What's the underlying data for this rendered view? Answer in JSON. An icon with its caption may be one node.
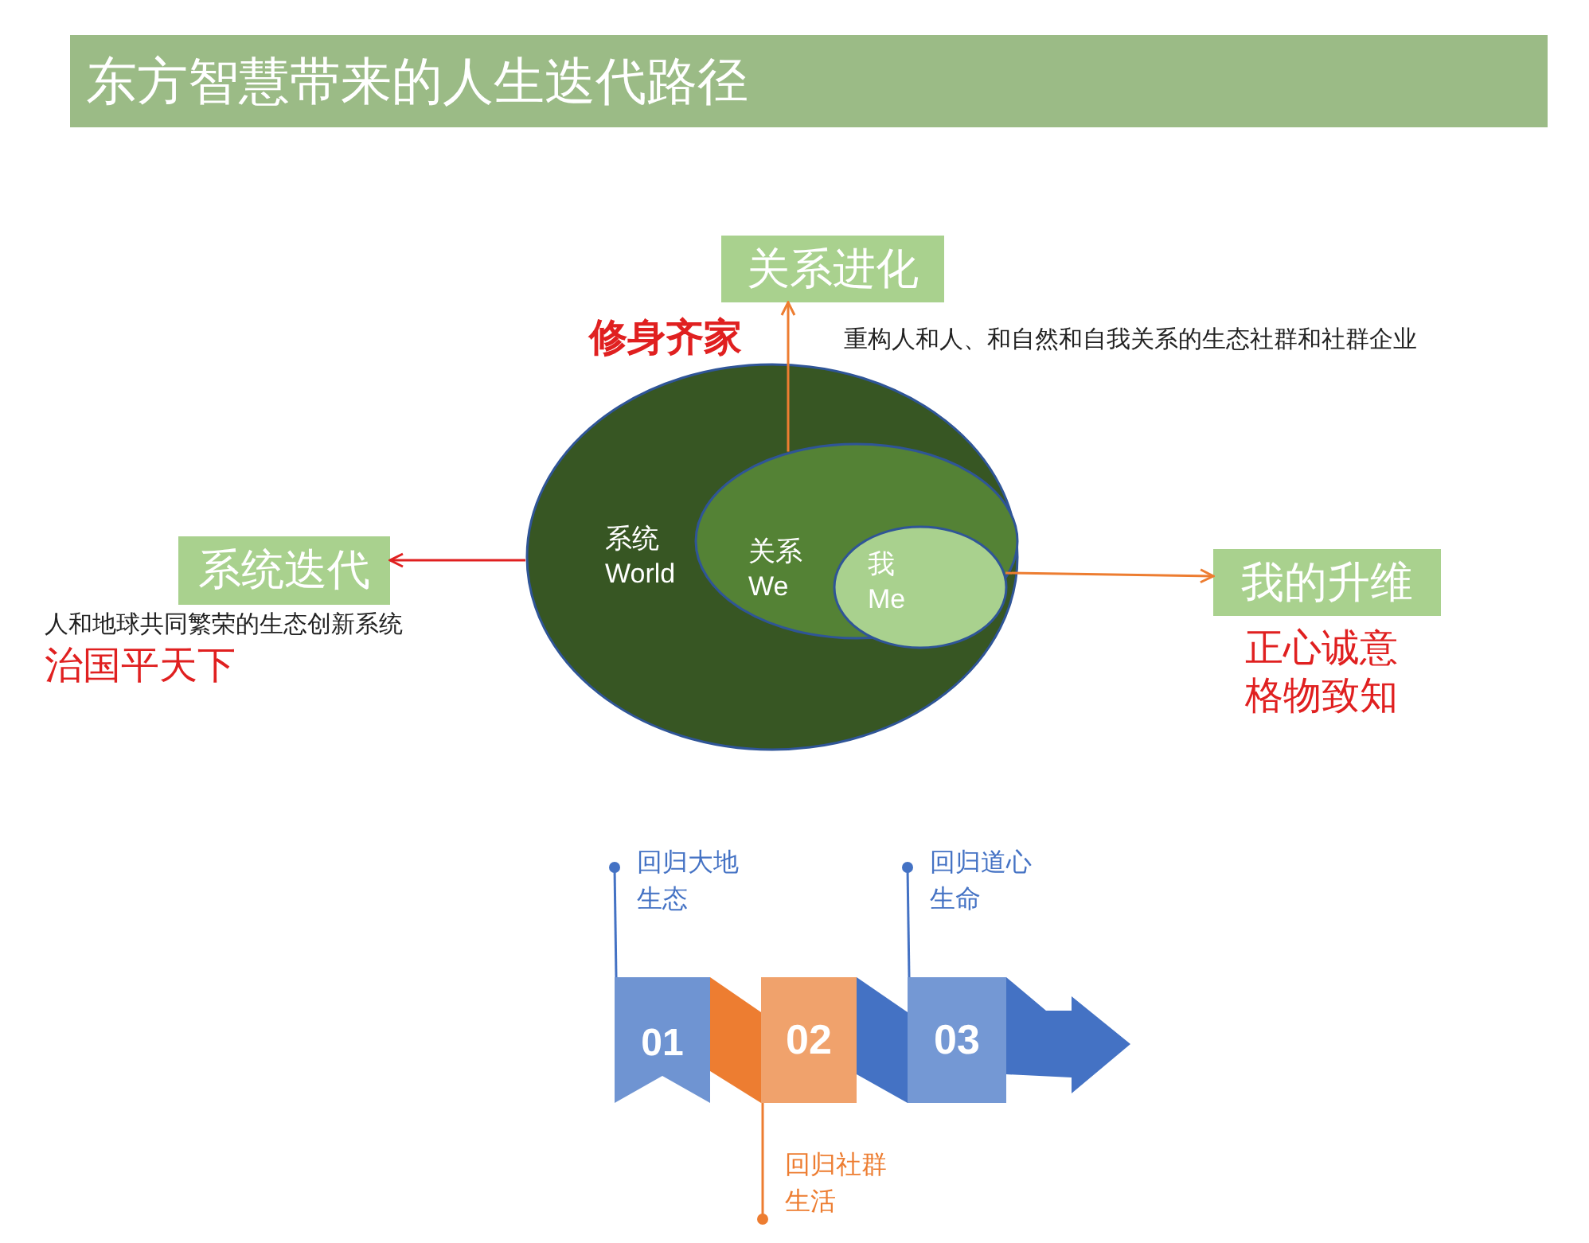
{
  "diagram": {
    "title": "东方智慧带来的人生迭代路径",
    "nodes": [
      {
        "text": [
          "系统 World"
        ]
      },
      {
        "text": [
          "关系 We"
        ],
        "in": 0
      },
      {
        "text": [
          "我 Me"
        ],
        "in": 1
      },
      {
        "text": [
          "关系进化"
        ]
      },
      {
        "text": [
          "我的升维"
        ],
        "beside": [
          "正心诚意",
          "格物致知"
        ]
      },
      {
        "text": [
          "系统迭代"
        ],
        "beside": [
          "人和地球共同繁荣的生态创新系统",
          "治国平天下"
        ]
      },
      {
        "text": [
          "01"
        ]
      },
      {
        "text": [
          "02"
        ]
      },
      {
        "text": [
          "03"
        ]
      },
      {
        "text": [
          "回归大地生态"
        ]
      },
      {
        "text": [
          "回归社群生活"
        ]
      },
      {
        "text": [
          "回归道心生命"
        ]
      }
    ],
    "edges": [
      {
        "from": 2,
        "to": 4,
        "arrow": "to",
        "color": "#ed7d31"
      },
      {
        "from": 1,
        "to": 3,
        "arrow": "to",
        "color": "#ed7d31"
      },
      {
        "from": 0,
        "to": 5,
        "arrow": "to",
        "color": "#e02020"
      },
      {
        "from": 9,
        "to": 6,
        "arrow": "other",
        "color": "#4472c4"
      },
      {
        "from": 10,
        "to": 7,
        "arrow": "other",
        "color": "#ed7d31"
      },
      {
        "from": 11,
        "to": 8,
        "arrow": "other",
        "color": "#4472c4"
      }
    ],
    "labels": [
      "修身齐家",
      "重构人和人、和自然和自我关系的生态社群和社群企业"
    ]
  }
}
